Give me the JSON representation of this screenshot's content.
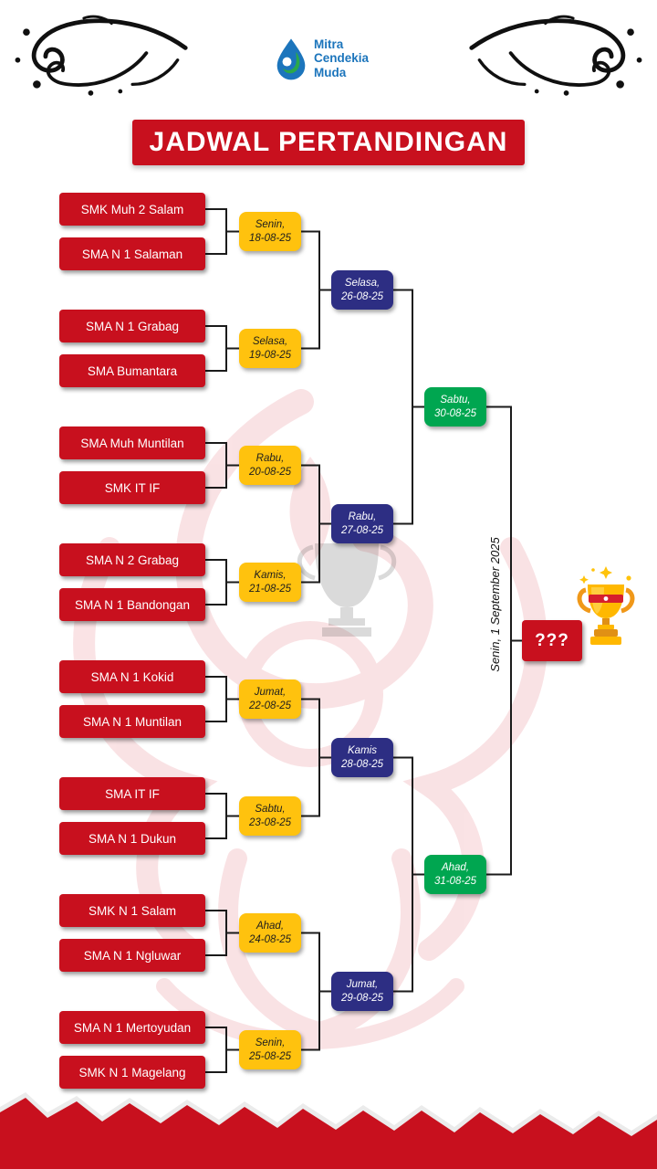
{
  "header": {
    "logo": {
      "line1": "Mitra",
      "line2": "Cendekia",
      "line3": "Muda"
    },
    "title": "JADWAL PERTANDINGAN"
  },
  "colors": {
    "red": "#C8101E",
    "yellow": "#FFC20E",
    "blue": "#2D2E83",
    "green": "#00A650",
    "logo_blue": "#1C75BC"
  },
  "bracket": {
    "teams": [
      "SMK Muh 2 Salam",
      "SMA N 1 Salaman",
      "SMA N 1 Grabag",
      "SMA Bumantara",
      "SMA Muh Muntilan",
      "SMK IT IF",
      "SMA N 2 Grabag",
      "SMA N 1 Bandongan",
      "SMA N 1 Kokid",
      "SMA N 1 Muntilan",
      "SMA IT IF",
      "SMA N 1 Dukun",
      "SMK N 1 Salam",
      "SMA N 1 Ngluwar",
      "SMA N 1 Mertoyudan",
      "SMK N 1 Magelang"
    ],
    "round1": [
      {
        "day": "Senin,",
        "date": "18-08-25"
      },
      {
        "day": "Selasa,",
        "date": "19-08-25"
      },
      {
        "day": "Rabu,",
        "date": "20-08-25"
      },
      {
        "day": "Kamis,",
        "date": "21-08-25"
      },
      {
        "day": "Jumat,",
        "date": "22-08-25"
      },
      {
        "day": "Sabtu,",
        "date": "23-08-25"
      },
      {
        "day": "Ahad,",
        "date": "24-08-25"
      },
      {
        "day": "Senin,",
        "date": "25-08-25"
      }
    ],
    "round2": [
      {
        "day": "Selasa,",
        "date": "26-08-25"
      },
      {
        "day": "Rabu,",
        "date": "27-08-25"
      },
      {
        "day": "Kamis",
        "date": "28-08-25"
      },
      {
        "day": "Jumat,",
        "date": "29-08-25"
      }
    ],
    "round3": [
      {
        "day": "Sabtu,",
        "date": "30-08-25"
      },
      {
        "day": "Ahad,",
        "date": "31-08-25"
      }
    ],
    "final": {
      "date_label": "Senin, 1 September 2025",
      "winner_placeholder": "???"
    }
  }
}
